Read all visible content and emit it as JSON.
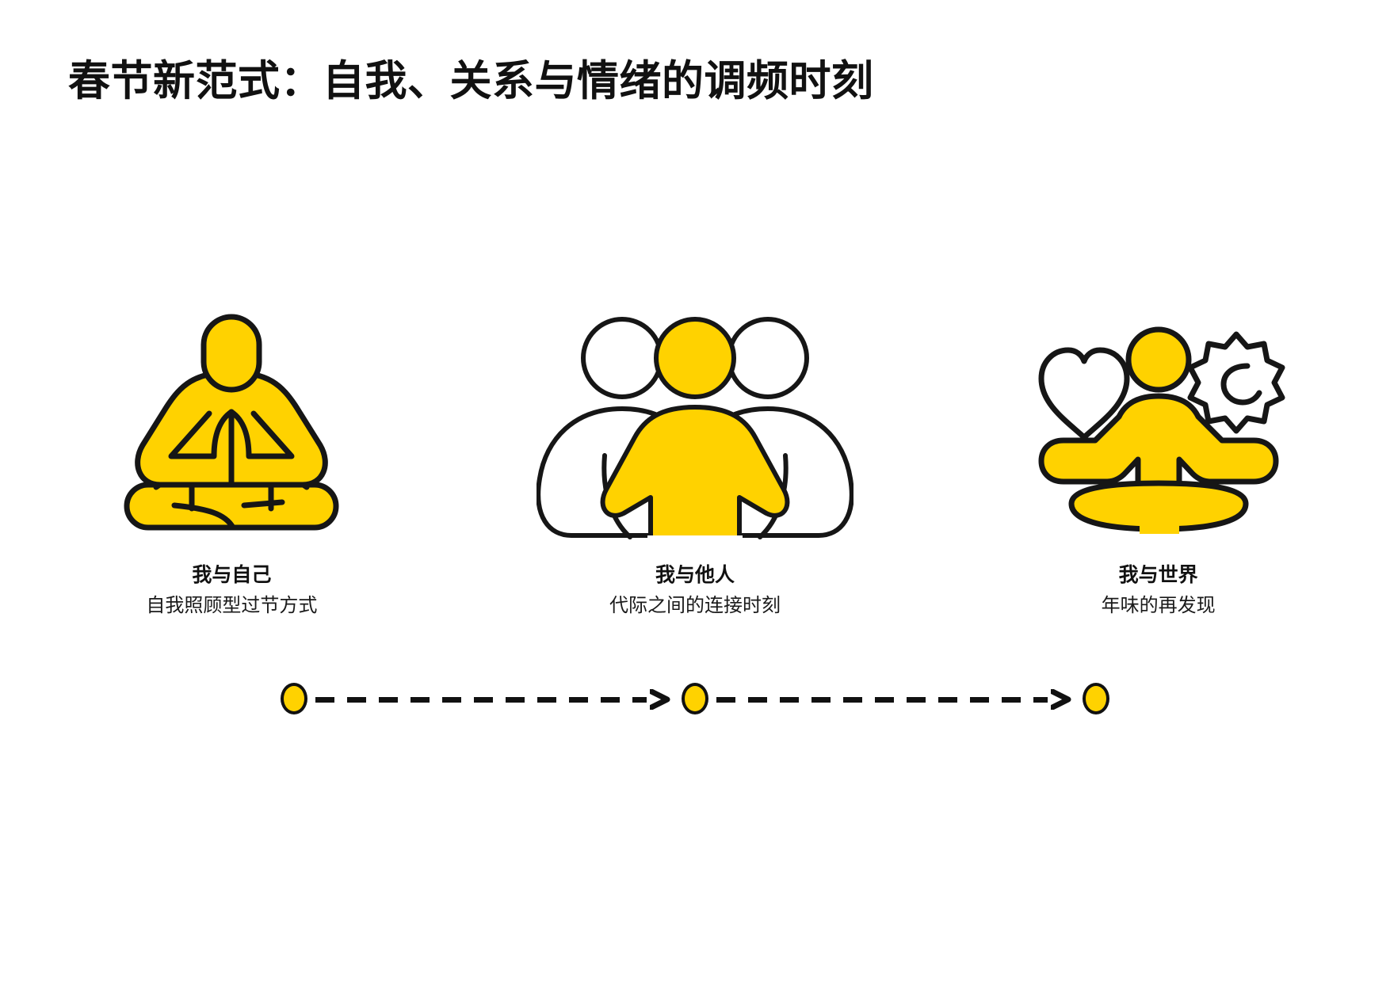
{
  "page": {
    "background_color": "#FFFFFF",
    "accent_color": "#FFD200",
    "outline_color": "#161616"
  },
  "header": {
    "title": "春节新范式：自我、关系与情绪的调频时刻"
  },
  "stages": [
    {
      "icon": "meditating-person-icon",
      "title": "我与自己",
      "subtitle": "自我照顾型过节方式"
    },
    {
      "icon": "three-people-group-icon",
      "title": "我与他人",
      "subtitle": "代际之间的连接时刻"
    },
    {
      "icon": "person-heart-gear-icon",
      "title": "我与世界",
      "subtitle": "年味的再发现"
    }
  ],
  "flow": {
    "markers": [
      "stage-1-dot",
      "stage-2-dot",
      "stage-3-dot"
    ],
    "connector_style": "dashed-arrow"
  }
}
